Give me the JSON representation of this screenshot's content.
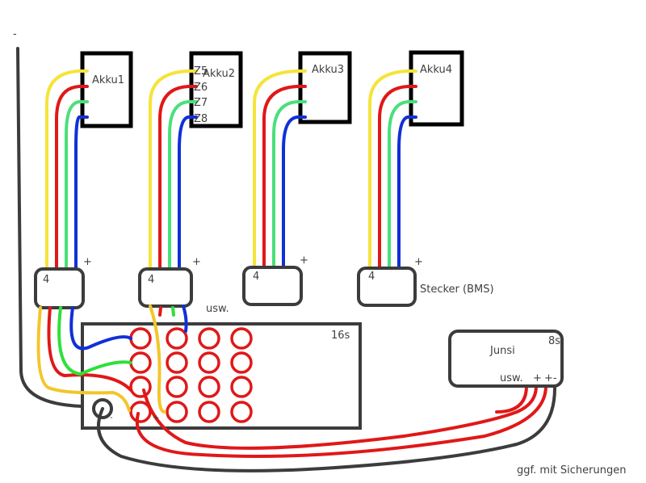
{
  "colors": {
    "yellow": "#f5e43a",
    "yellow_dark": "#f2c62a",
    "red": "#e01818",
    "green": "#4ae07a",
    "green_bright": "#2fe03a",
    "blue": "#1030d8",
    "black": "#3c3c3c",
    "outline": "#000000"
  },
  "top_minus": "-",
  "batteries": [
    {
      "label": "Akku1"
    },
    {
      "label": "Akku2",
      "cells": [
        "Z5",
        "Z6",
        "Z7",
        "Z8"
      ]
    },
    {
      "label": "Akku3"
    },
    {
      "label": "Akku4"
    }
  ],
  "connectors": [
    {
      "count": "4",
      "plus": "+"
    },
    {
      "count": "4",
      "plus": "+"
    },
    {
      "count": "4",
      "plus": "+"
    },
    {
      "count": "4",
      "plus": "+"
    }
  ],
  "connector_caption": "Stecker (BMS)",
  "etc_label": "usw.",
  "board": {
    "label": "16s",
    "minus": "-",
    "plus": "+"
  },
  "charger": {
    "name": "Junsi",
    "cells": "8s",
    "etc": "usw.",
    "plus": "+",
    "plus_minus": "+-"
  },
  "footnote": "ggf. mit Sicherungen"
}
